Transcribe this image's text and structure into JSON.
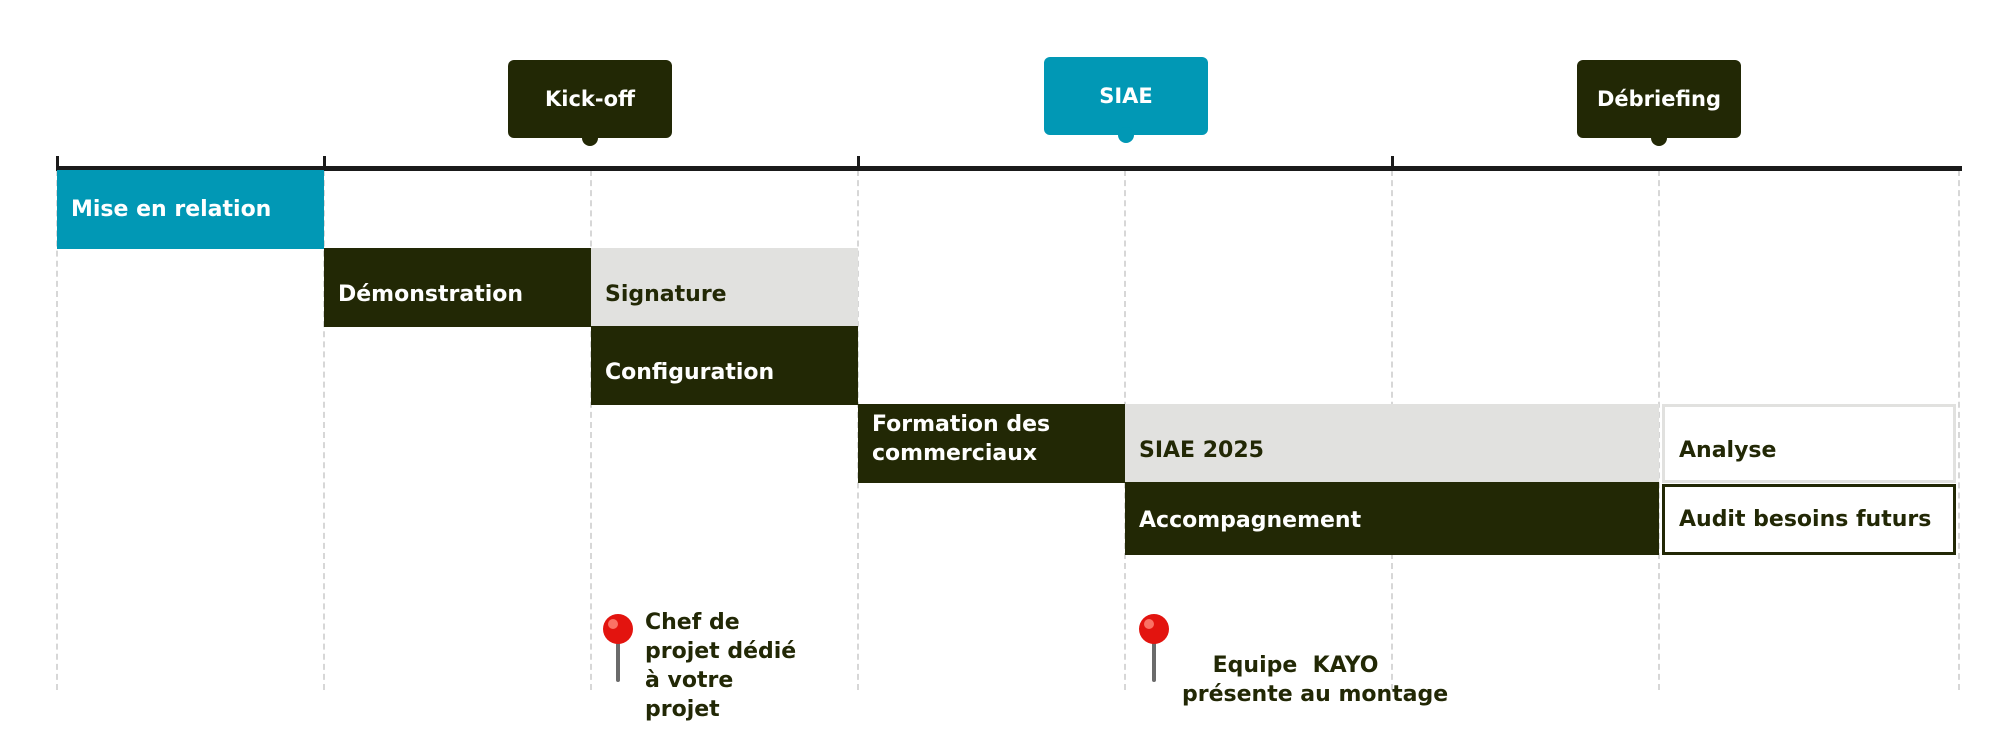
{
  "milestones": {
    "kickoff": "Kick-off",
    "siae": "SIAE",
    "debriefing": "Débriefing"
  },
  "tasks": {
    "mise_en_relation": "Mise en relation",
    "demonstration": "Démonstration",
    "signature": "Signature",
    "configuration": "Configuration",
    "formation": "Formation des commerciaux",
    "siae_2025": "SIAE 2025",
    "analyse": "Analyse",
    "accompagnement": "Accompagnement",
    "audit": "Audit besoins futurs"
  },
  "notes": {
    "chef_de_projet": "Chef de projet dédié à votre projet",
    "equipe_kayo": "Equipe  KAYO  présente au montage"
  },
  "icons": {
    "pin": "pushpin-icon"
  },
  "colors": {
    "dark": "#222805",
    "teal": "#0198b5",
    "grey": "#e1e1df",
    "pin_red": "#e3140f"
  }
}
